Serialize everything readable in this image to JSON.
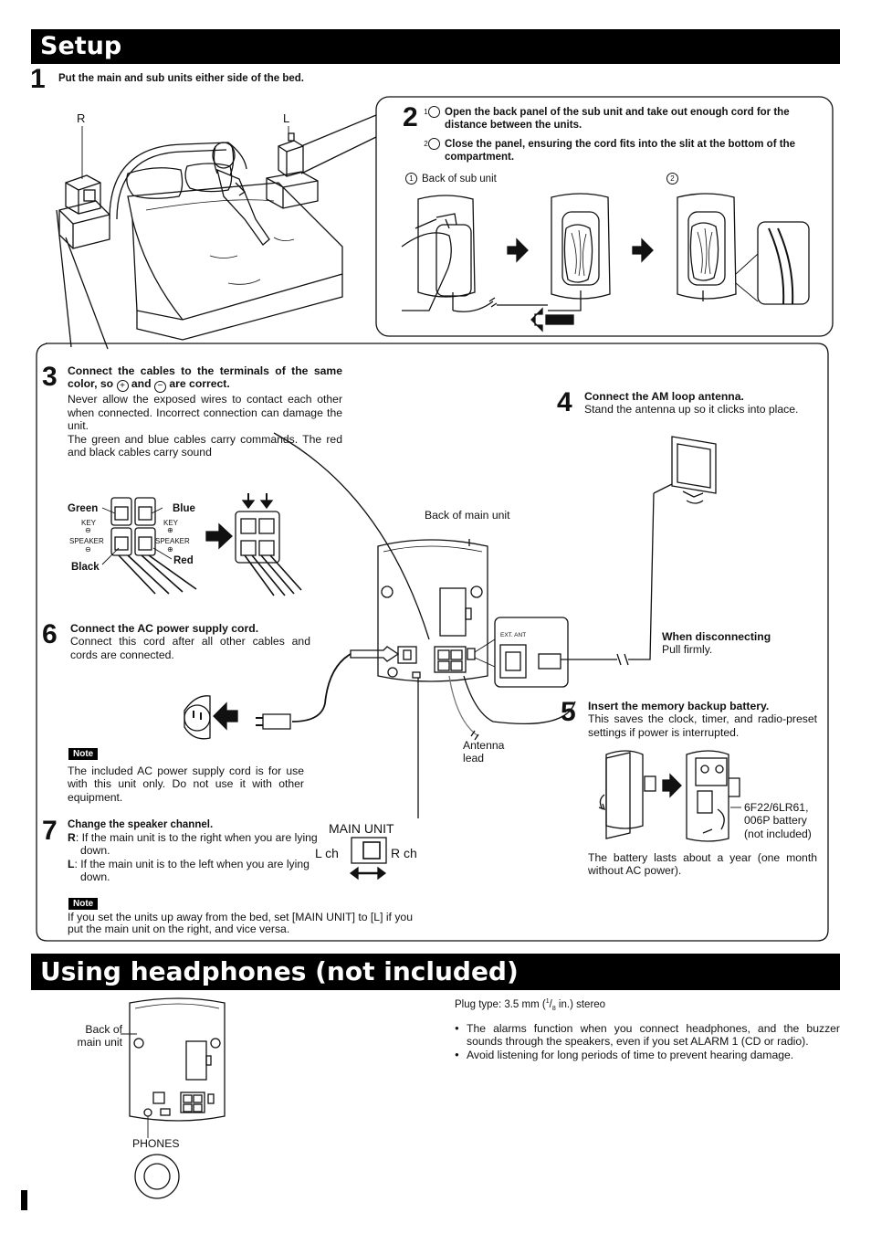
{
  "setup": {
    "title": "Setup",
    "step1": {
      "num": "1",
      "text": "Put the main and sub units either side of the bed."
    },
    "bed_labels": {
      "r": "R",
      "l": "L"
    },
    "step2": {
      "num": "2",
      "item1_marker": "1",
      "item1": "Open the back panel of the sub unit and take out enough cord for the distance between the units.",
      "item2_marker": "2",
      "item2": "Close the panel, ensuring the cord fits into the slit at the bottom of the compartment.",
      "caption1_marker": "1",
      "caption1": "Back of sub unit",
      "caption2_marker": "2"
    },
    "step3": {
      "num": "3",
      "bold_a": "Connect the cables to the terminals of the same color, so",
      "bold_b": "and",
      "bold_c": "are correct.",
      "body1": "Never allow the exposed wires to contact each other when connected. Incorrect connection can damage the unit.",
      "body2": "The green and blue cables carry commands. The red and black cables carry sound",
      "labels": {
        "green": "Green",
        "blue": "Blue",
        "black": "Black",
        "red": "Red",
        "key": "KEY",
        "speaker": "SPEAKER"
      }
    },
    "step4": {
      "num": "4",
      "title": "Connect the AM loop antenna.",
      "body": "Stand the antenna up so it clicks into place."
    },
    "back_main_label": "Back of main unit",
    "ext_ant_label": "EXT. ANT",
    "disconnect": {
      "title": "When disconnecting",
      "body": "Pull firmly."
    },
    "antenna_lead": "Antenna lead",
    "step5": {
      "num": "5",
      "title": "Insert the memory backup battery.",
      "body": "This saves the clock, timer, and radio-preset settings if power is interrupted.",
      "battery_label": "6F22/6LR61, 006P battery (not included)",
      "battery_life": "The battery lasts about a year (one month without AC power)."
    },
    "step6": {
      "num": "6",
      "title": "Connect the AC power supply cord.",
      "body": "Connect this cord after all other cables and cords are connected."
    },
    "note1": {
      "label": "Note",
      "text": "The included AC power supply cord is for use with this unit only. Do not use it with other equipment."
    },
    "step7": {
      "num": "7",
      "title": "Change the speaker channel.",
      "r_key": "R",
      "r_text": "If the main unit is to the right when you are lying down.",
      "l_key": "L",
      "l_text": "If the main unit is to the left when you are lying down."
    },
    "switch": {
      "title": "MAIN UNIT",
      "left": "L ch",
      "right": "R ch"
    },
    "note2": {
      "label": "Note",
      "text": "If you set the units up away from the bed, set [MAIN UNIT] to [L] if you put the main unit on the right, and vice versa."
    }
  },
  "headphones": {
    "title": "Using headphones (not included)",
    "back_label": "Back of main unit",
    "phones_label": "PHONES",
    "plug_prefix": "Plug type: 3.5 mm (",
    "plug_num": "1",
    "plug_den": "8",
    "plug_suffix": " in.) stereo",
    "bullets": [
      "The alarms function when you connect headphones, and the buzzer sounds through the speakers, even if you set ALARM 1 (CD or radio).",
      "Avoid listening for long periods of time to prevent hearing damage."
    ]
  }
}
